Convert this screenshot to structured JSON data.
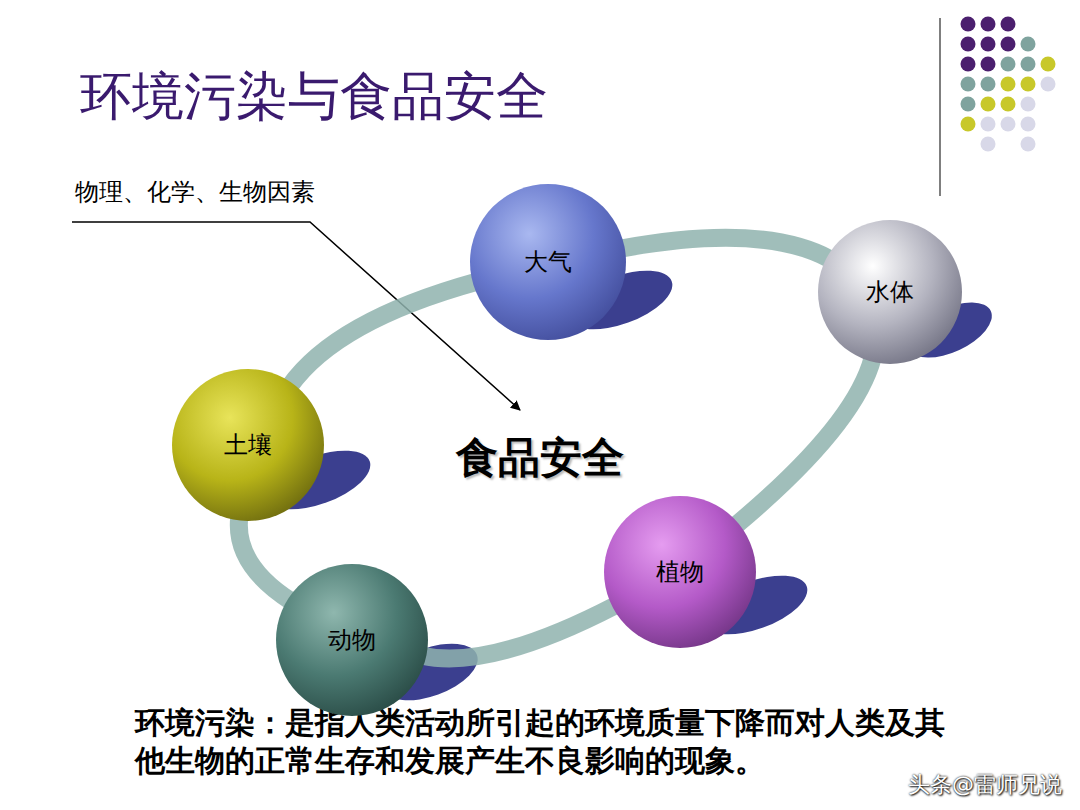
{
  "diagram": {
    "title": "环境污染与食品安全",
    "caption": "环境污染：是指人类活动所引起的环境质量下降而对人类及其他生物的正常生存和发展产生不良影响的现象。",
    "nodes": [
      {
        "text": [
          "大气"
        ]
      },
      {
        "text": [
          "水体"
        ]
      },
      {
        "text": [
          "土壤"
        ]
      },
      {
        "text": [
          "植物"
        ]
      },
      {
        "text": [
          "动物"
        ]
      }
    ],
    "edges": [
      {
        "from": 0,
        "to": 1,
        "arrow": "none"
      },
      {
        "from": 1,
        "to": 3,
        "arrow": "none"
      },
      {
        "from": 3,
        "to": 4,
        "arrow": "none"
      },
      {
        "from": 4,
        "to": 2,
        "arrow": "none"
      },
      {
        "from": 2,
        "to": 0,
        "arrow": "none"
      }
    ],
    "labels": [
      "物理、化学、生物因素",
      "食品安全",
      "头条@雷师兄说"
    ]
  }
}
